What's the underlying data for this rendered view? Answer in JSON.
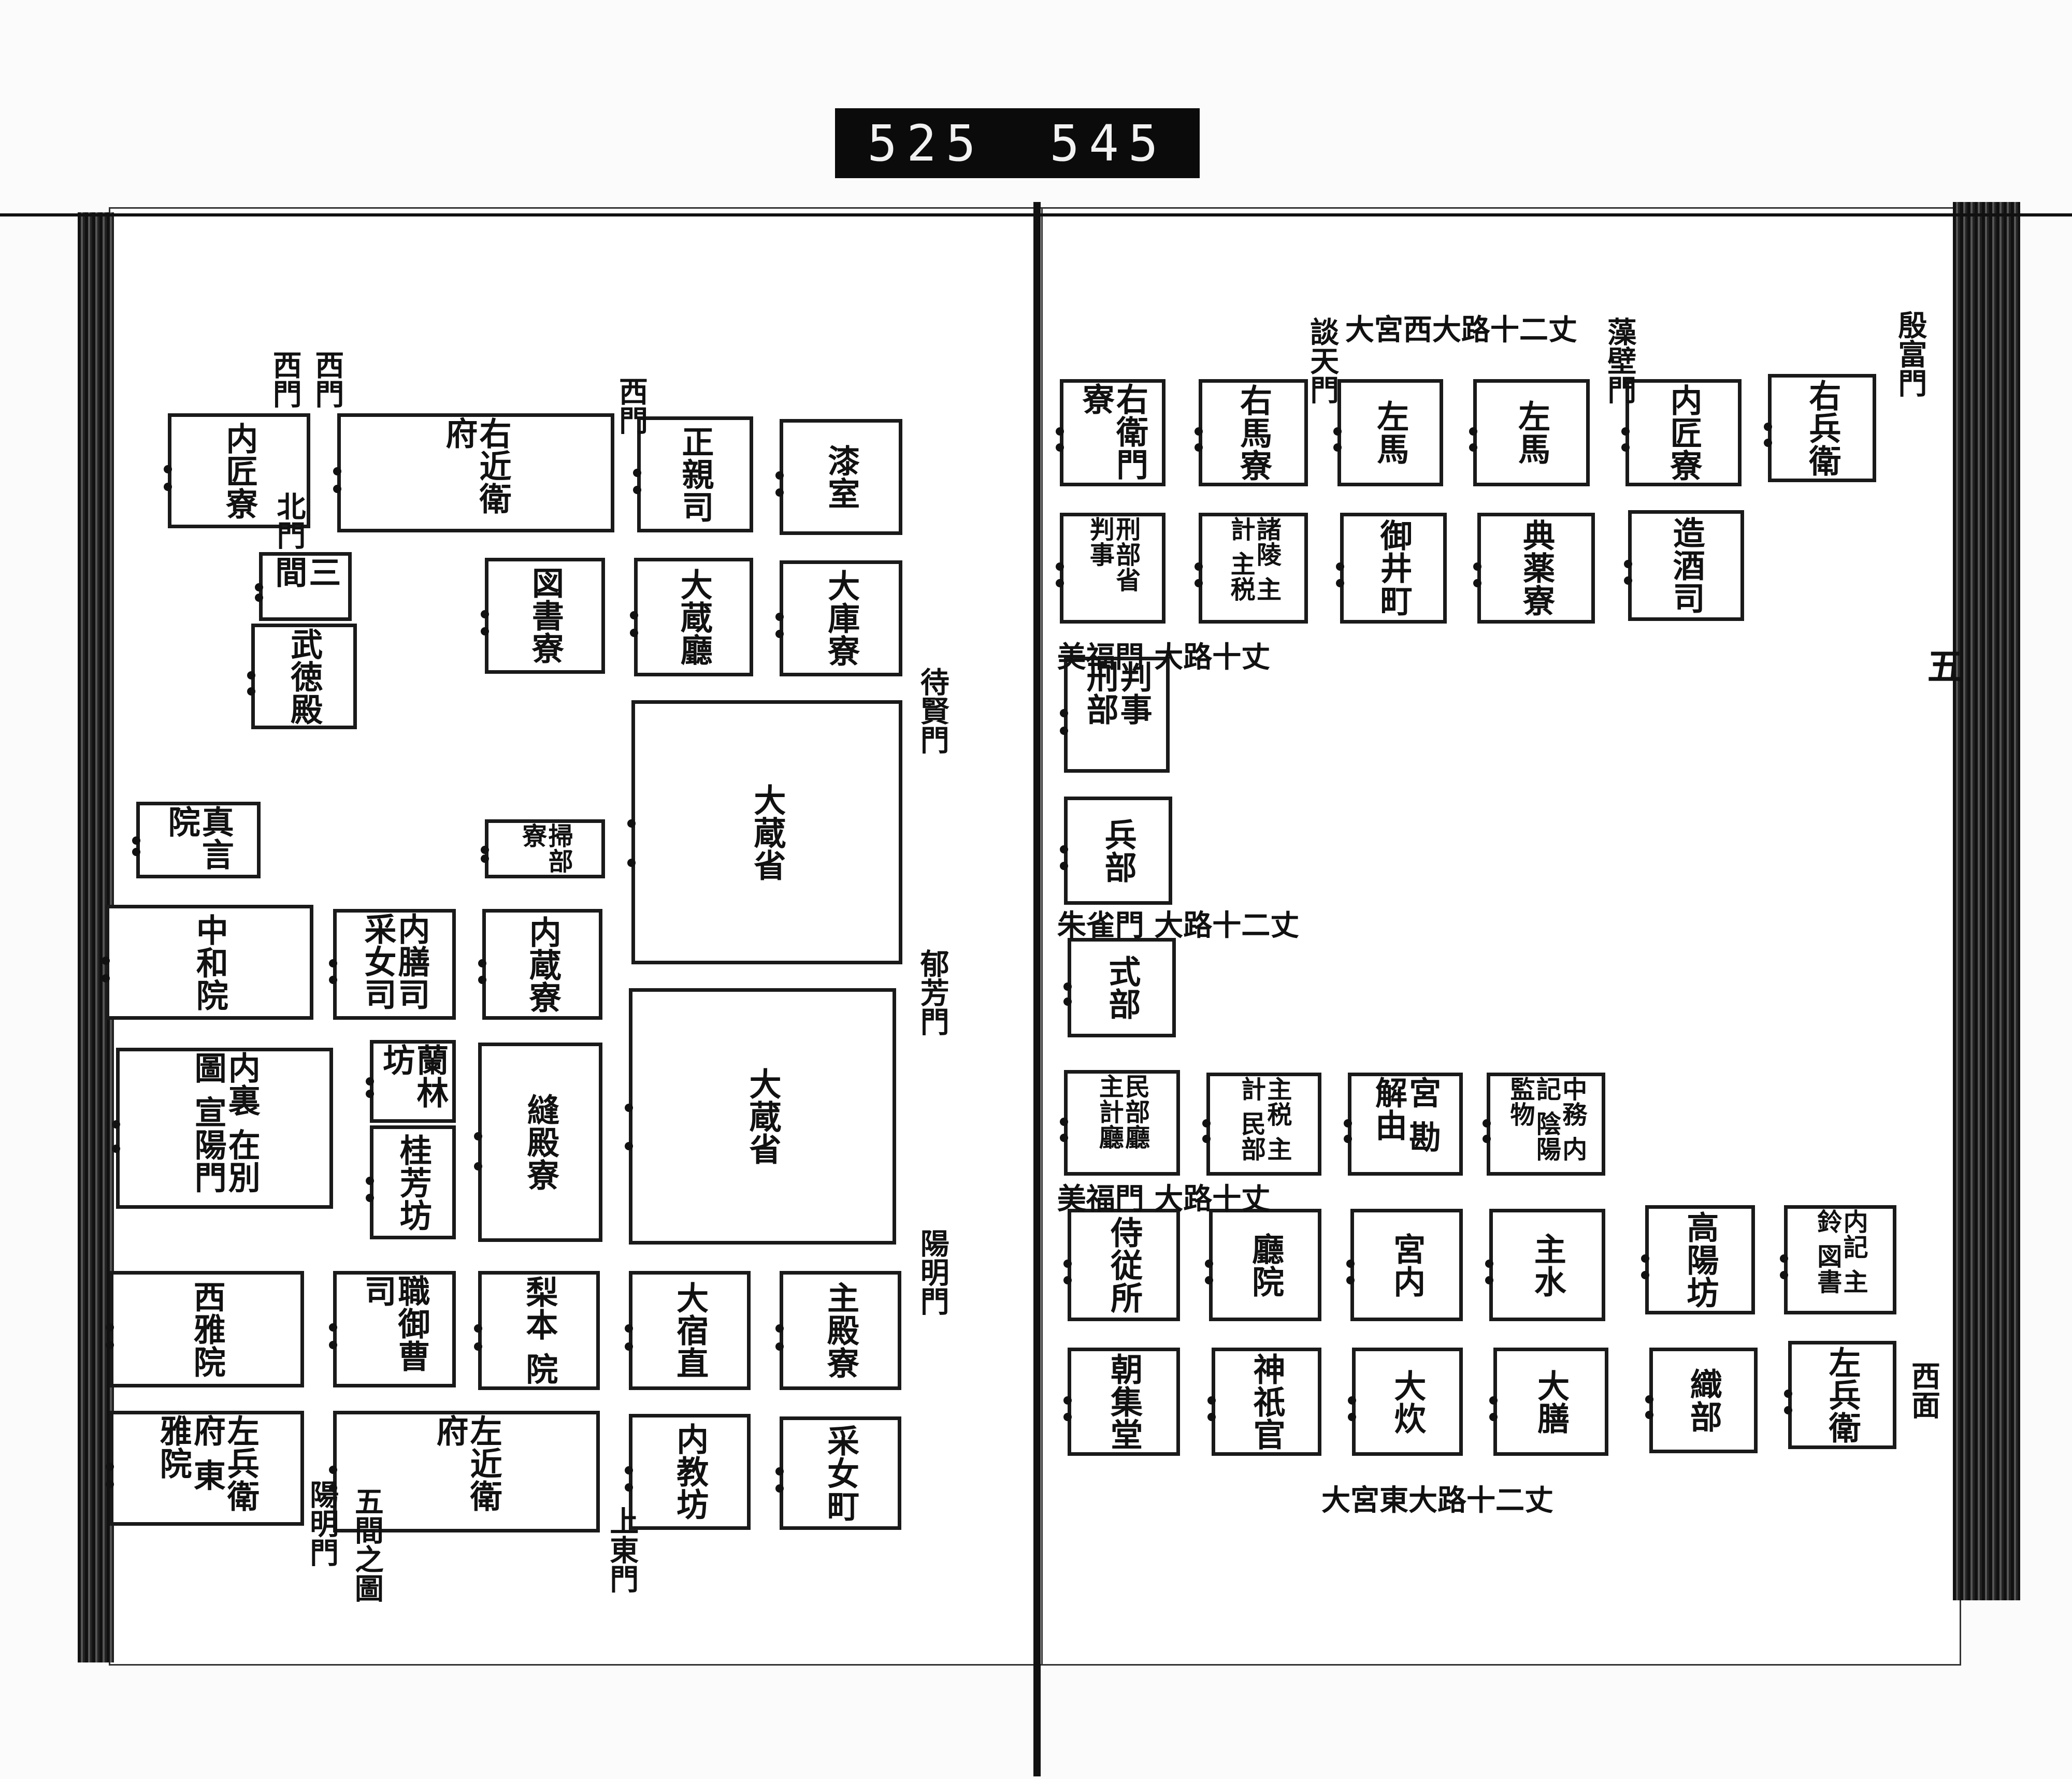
{
  "header": {
    "left_number": "525",
    "right_number": "545"
  },
  "left_page": {
    "boxes": [
      "内匠寮",
      "右近衛府",
      "正親司",
      "漆室",
      "武徳殿",
      "三間",
      "図書寮",
      "大蔵廳",
      "大庫寮",
      "大蔵省",
      "掃部寮",
      "真言院",
      "中和院",
      "内膳司 采女司",
      "内蔵寮",
      "大蔵省",
      "内裏 在別圖 宣陽門",
      "縫殿寮",
      "蘭林坊",
      "桂芳坊",
      "西雅院",
      "職御曹司",
      "梨本 院",
      "大宿直",
      "主殿寮",
      "左兵衛府 東雅院",
      "左近衛府",
      "内教坊",
      "采女町"
    ],
    "gates": [
      "西門",
      "西門",
      "西門",
      "北門",
      "待賢門",
      "郁芳門",
      "陽明門",
      "陽明門",
      "五間之圖",
      "上東門"
    ]
  },
  "right_page": {
    "boxes": [
      "右衛門寮",
      "右馬寮",
      "左馬",
      "左馬",
      "内匠寮",
      "右兵衛",
      "刑部省 判事",
      "諸陵 主計 主税",
      "御井町",
      "典薬寮",
      "造酒司",
      "判事 刑部",
      "兵部",
      "式部",
      "民部廳 主計廳",
      "主税 主計 民部",
      "宮 勘解由",
      "中務 内記 陰陽 監物",
      "侍従所",
      "廳院",
      "宮内",
      "主水",
      "高陽坊",
      "内記 主鈴 図書",
      "朝集堂",
      "神祇官",
      "大炊",
      "大膳",
      "織部",
      "左兵衛"
    ],
    "roads": [
      "大宮西大路十二丈",
      "美福門 大路十丈",
      "朱雀門 大路十二丈",
      "美福門 大路十丈",
      "大宮東大路十二丈"
    ],
    "gates": [
      "談天門",
      "藻壁門",
      "殷富門",
      "西面"
    ],
    "side_text": "五"
  }
}
